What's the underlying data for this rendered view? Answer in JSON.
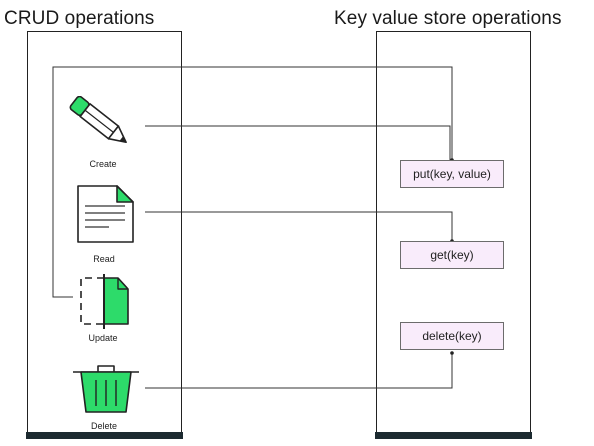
{
  "left_panel": {
    "title": "CRUD operations"
  },
  "right_panel": {
    "title": "Key value store operations"
  },
  "crud": [
    {
      "label": "Create",
      "icon": "pencil-icon"
    },
    {
      "label": "Read",
      "icon": "document-icon"
    },
    {
      "label": "Update",
      "icon": "file-update-icon"
    },
    {
      "label": "Delete",
      "icon": "trash-bin-icon"
    }
  ],
  "kv_ops": [
    {
      "label": "put(key, value)"
    },
    {
      "label": "get(key)"
    },
    {
      "label": "delete(key)"
    }
  ],
  "colors": {
    "accent_green": "#2ddb6a",
    "op_box_fill": "#f9ecfb",
    "panel_bar": "#1c2a30"
  }
}
